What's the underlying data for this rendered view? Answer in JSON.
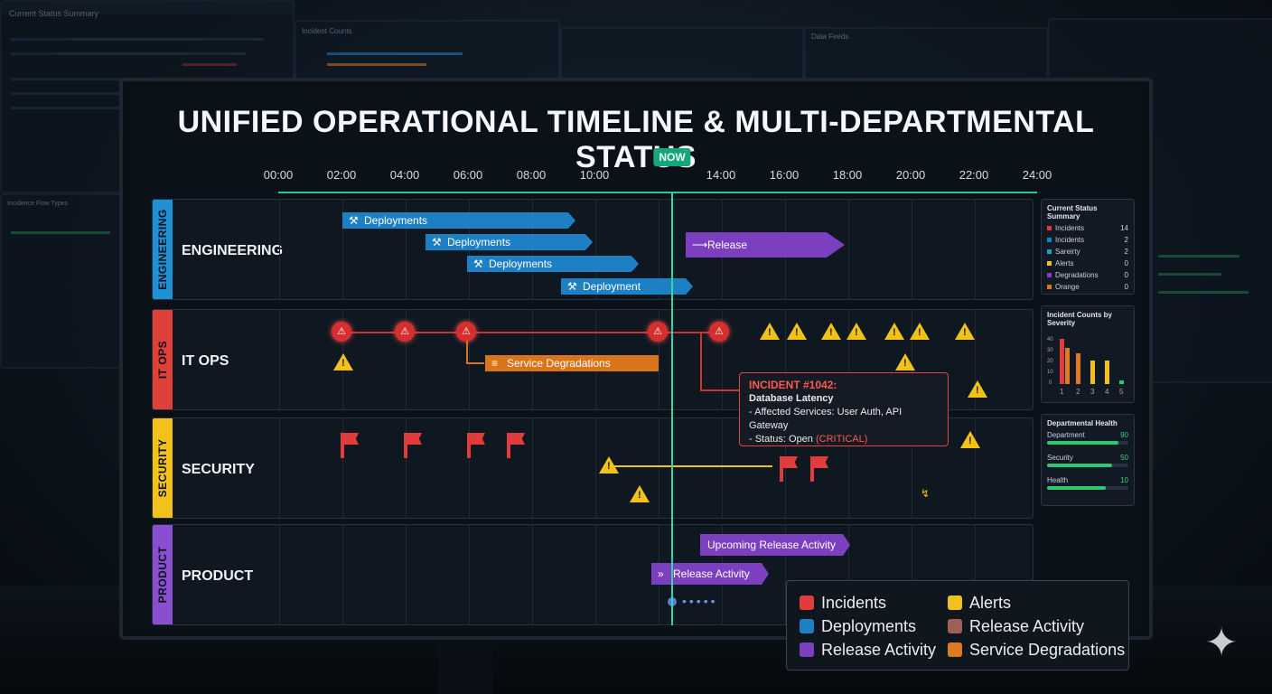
{
  "background": {
    "left_top_title": "Current Status Summary",
    "incident_counts_title": "Incident Counts",
    "status_feeds_title": "Data Feeds",
    "left_mid_title": "Incidence Flow Types"
  },
  "title": "UNIFIED OPERATIONAL TIMELINE & MULTI-DEPARTMENTAL STATUS",
  "axis": {
    "ticks": [
      "00:00",
      "02:00",
      "04:00",
      "06:00",
      "08:00",
      "10:00",
      "14:00",
      "16:00",
      "18:00",
      "20:00",
      "22:00",
      "24:00"
    ],
    "now_label": "NOW"
  },
  "lanes": {
    "engineering": {
      "tab": "ENGINEERING",
      "name": "ENGINEERING",
      "bars": [
        "Deployments",
        "Deployments",
        "Deployments",
        "Deployment"
      ],
      "release": "Release"
    },
    "itops": {
      "tab": "IT OPS",
      "name": "IT OPS",
      "degradation": "Service Degradations"
    },
    "security": {
      "tab": "SECURITY",
      "name": "SECURITY"
    },
    "product": {
      "tab": "PRODUCT",
      "name": "PRODUCT",
      "upcoming": "Upcoming Release Activity",
      "release_activity": "Release Activity"
    }
  },
  "popup": {
    "heading": "INCIDENT #1042:",
    "subtitle": "Database Latency",
    "services": "- Affected Services: User Auth, API Gateway",
    "status_prefix": "- Status: Open ",
    "status_flag": "(CRITICAL)"
  },
  "status_summary": {
    "title": "Current Status Summary",
    "rows": [
      {
        "label": "Incidents",
        "value": "14",
        "color": "#e23b3b"
      },
      {
        "label": "Incidents",
        "value": "2",
        "color": "#1d7fc4"
      },
      {
        "label": "Sareirty",
        "value": "2",
        "color": "#1d9fc4"
      },
      {
        "label": "Alerts",
        "value": "0",
        "color": "#f2c21b"
      },
      {
        "label": "Degradations",
        "value": "0",
        "color": "#7b3fc0"
      },
      {
        "label": "Orange",
        "value": "0",
        "color": "#d9741a"
      }
    ]
  },
  "severity_chart": {
    "title": "Incident Counts by Severity",
    "y_ticks": [
      "40",
      "30",
      "20",
      "10",
      "0"
    ],
    "categories": [
      "1",
      "2",
      "3",
      "4",
      "5"
    ]
  },
  "dept_health": {
    "title": "Departmental Health",
    "rows": [
      {
        "label": "Department",
        "value": "90",
        "fill": 0.88
      },
      {
        "label": "Security",
        "value": "50",
        "fill": 0.8
      },
      {
        "label": "Health",
        "value": "10",
        "fill": 0.72
      }
    ]
  },
  "legend": {
    "items": [
      {
        "label": "Incidents",
        "color": "#e23b3b"
      },
      {
        "label": "Alerts",
        "color": "#f2c21b"
      },
      {
        "label": "Deployments",
        "color": "#1d7fc4"
      },
      {
        "label": "Release Activity",
        "color": "#a0605a"
      },
      {
        "label": "Release Activity",
        "color": "#7b3fc0"
      },
      {
        "label": "Service Degradations",
        "color": "#e07a1f"
      }
    ]
  }
}
